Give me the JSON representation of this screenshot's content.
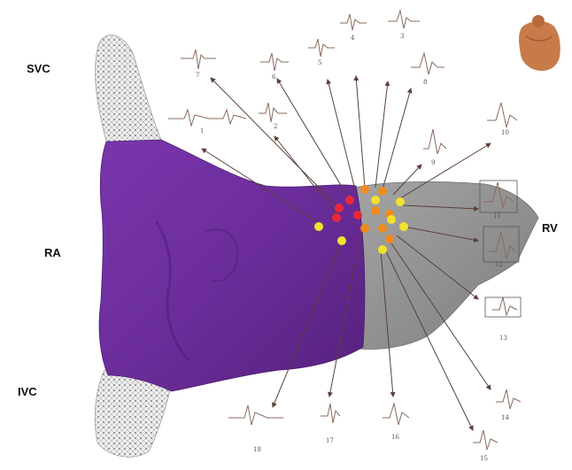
{
  "regions": {
    "svc": "SVC",
    "ra": "RA",
    "ivc": "IVC",
    "rv": "RV"
  },
  "leads": [
    "1",
    "2",
    "3",
    "4",
    "5",
    "6",
    "7",
    "8",
    "9",
    "10",
    "11",
    "12",
    "13",
    "14",
    "15",
    "16",
    "17",
    "18"
  ],
  "colors": {
    "atrium": "#6a2c98",
    "atrium_shadow": "#4e1e74",
    "ventricle": "#8e8e8e",
    "vessel_mesh": "#d9d9d9",
    "arrow": "#5a4038",
    "trace": "#8a6a5e",
    "site_red": "#e8283a",
    "site_orange": "#f08a1e",
    "site_yellow": "#f2e22e",
    "torso": "#c97a4a"
  },
  "icons": {
    "orientation": "torso-orientation-icon"
  }
}
